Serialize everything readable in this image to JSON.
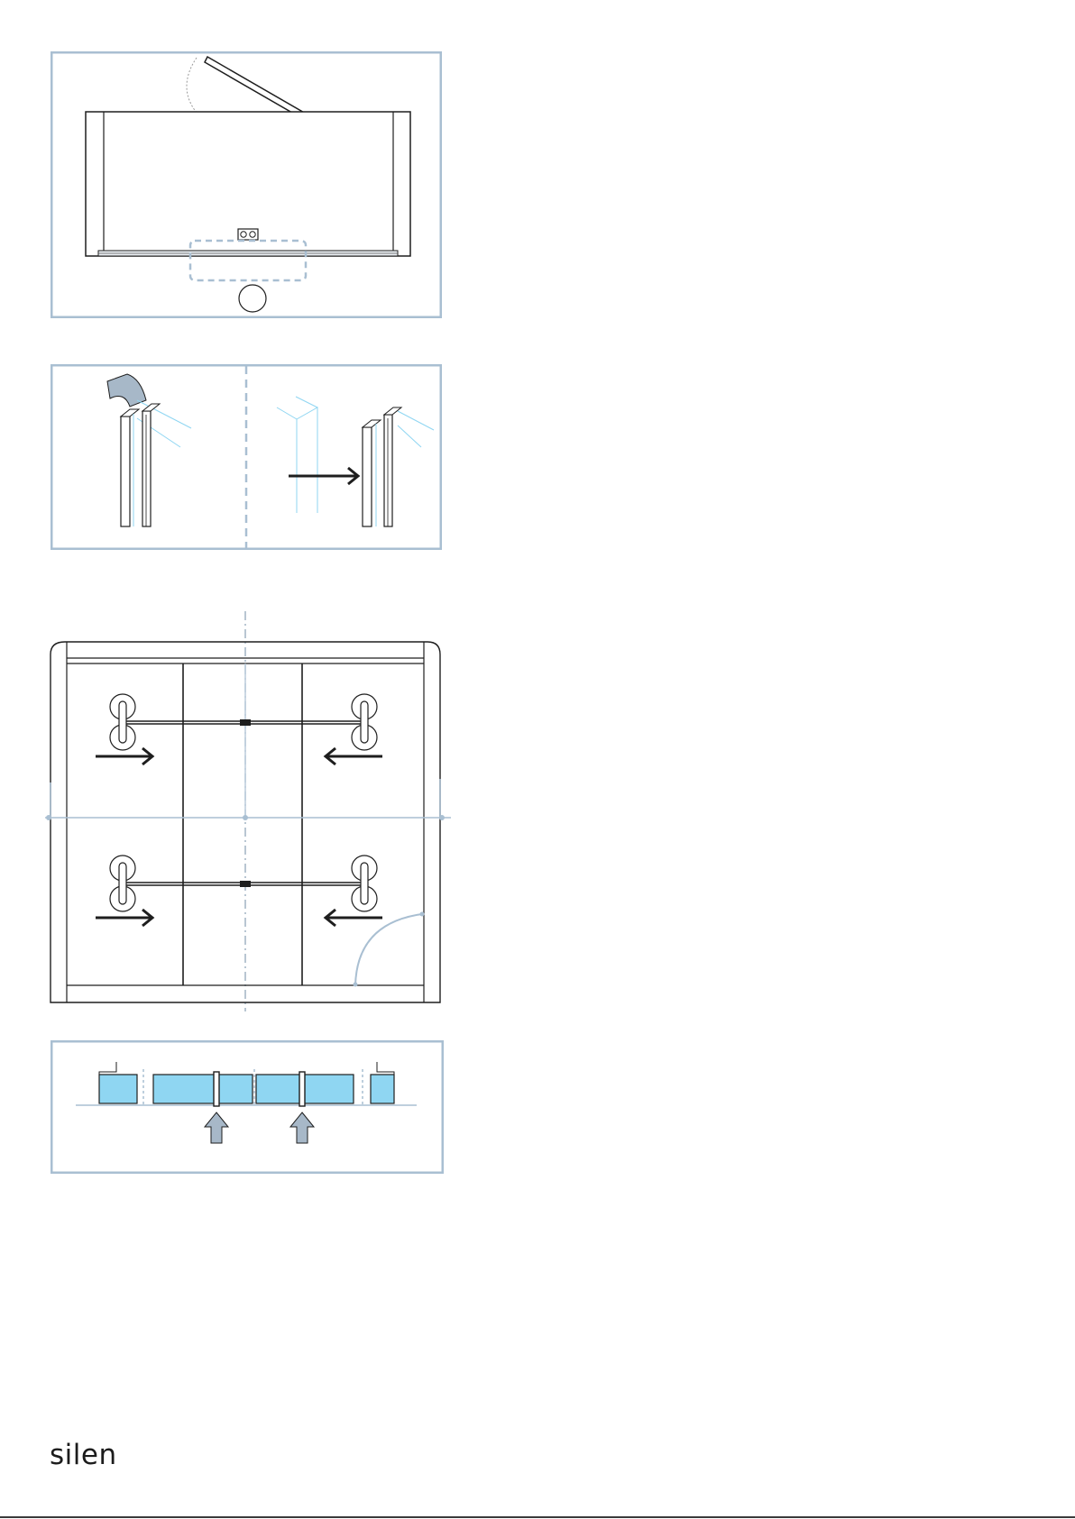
{
  "brand": {
    "logo_text": "silen"
  },
  "figures": [
    {
      "id": "overview",
      "description_icon": "door-open-icon"
    },
    {
      "id": "seal-insert",
      "description_icon": "arrow-right-icon"
    },
    {
      "id": "top-view",
      "description_icon": "suction-cup-icon"
    },
    {
      "id": "section-detail",
      "description_icon": "arrow-up-icon"
    }
  ],
  "colors": {
    "frame": "#a9bfd2",
    "line": "#1e1e1e",
    "accent_blue": "#8fd6f2",
    "guide_blue": "#8fc9e8",
    "arrow_grey": "#a7b8c8"
  }
}
